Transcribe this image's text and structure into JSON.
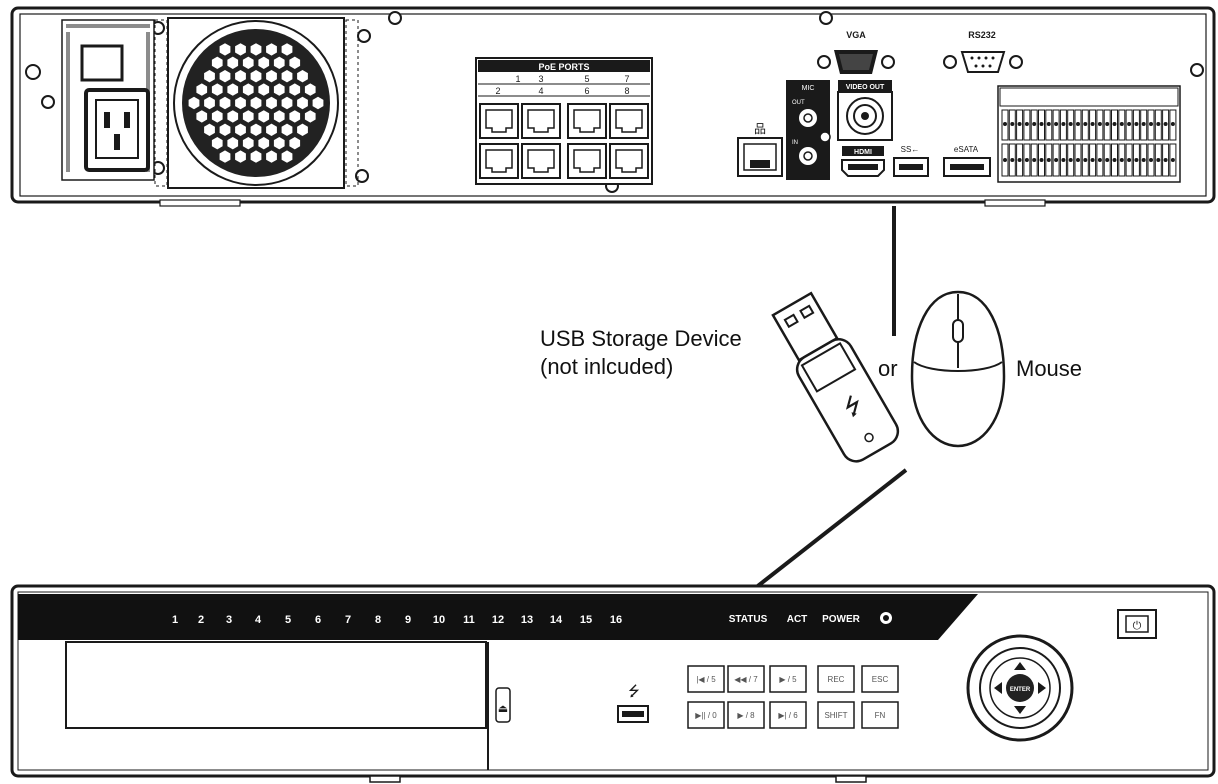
{
  "labels": {
    "usb_storage_line1": "USB Storage Device",
    "usb_storage_line2": "(not inlcuded)",
    "or": "or",
    "mouse": "Mouse"
  },
  "rear_panel": {
    "poe_title": "PoE PORTS",
    "poe_top_numbers": [
      "1",
      "3",
      "5",
      "7"
    ],
    "poe_bottom_numbers": [
      "2",
      "4",
      "6",
      "8"
    ],
    "vga": "VGA",
    "rs232": "RS232",
    "mic": "MIC",
    "mic_out": "OUT",
    "mic_in": "IN",
    "video_out": "VIDEO OUT",
    "hdmi": "HDMI",
    "esata": "eSATA",
    "usb3": "SS←"
  },
  "front_panel": {
    "channels": [
      "1",
      "2",
      "3",
      "4",
      "5",
      "6",
      "7",
      "8",
      "9",
      "10",
      "11",
      "12",
      "13",
      "14",
      "15",
      "16"
    ],
    "status": "STATUS",
    "act": "ACT",
    "power": "POWER",
    "buttons_row1": [
      "|◀ / 5",
      "◀◀ / 7",
      "▶ / 5",
      "REC",
      "ESC"
    ],
    "buttons_row2": [
      "▶|| / 0",
      "▶ / 8",
      "▶| / 6",
      "SHIFT",
      "FN"
    ],
    "enter": "ENTER"
  },
  "colors": {
    "line": "#1a1a1a",
    "front_bar": "#111111",
    "panel_fill": "#ffffff"
  }
}
